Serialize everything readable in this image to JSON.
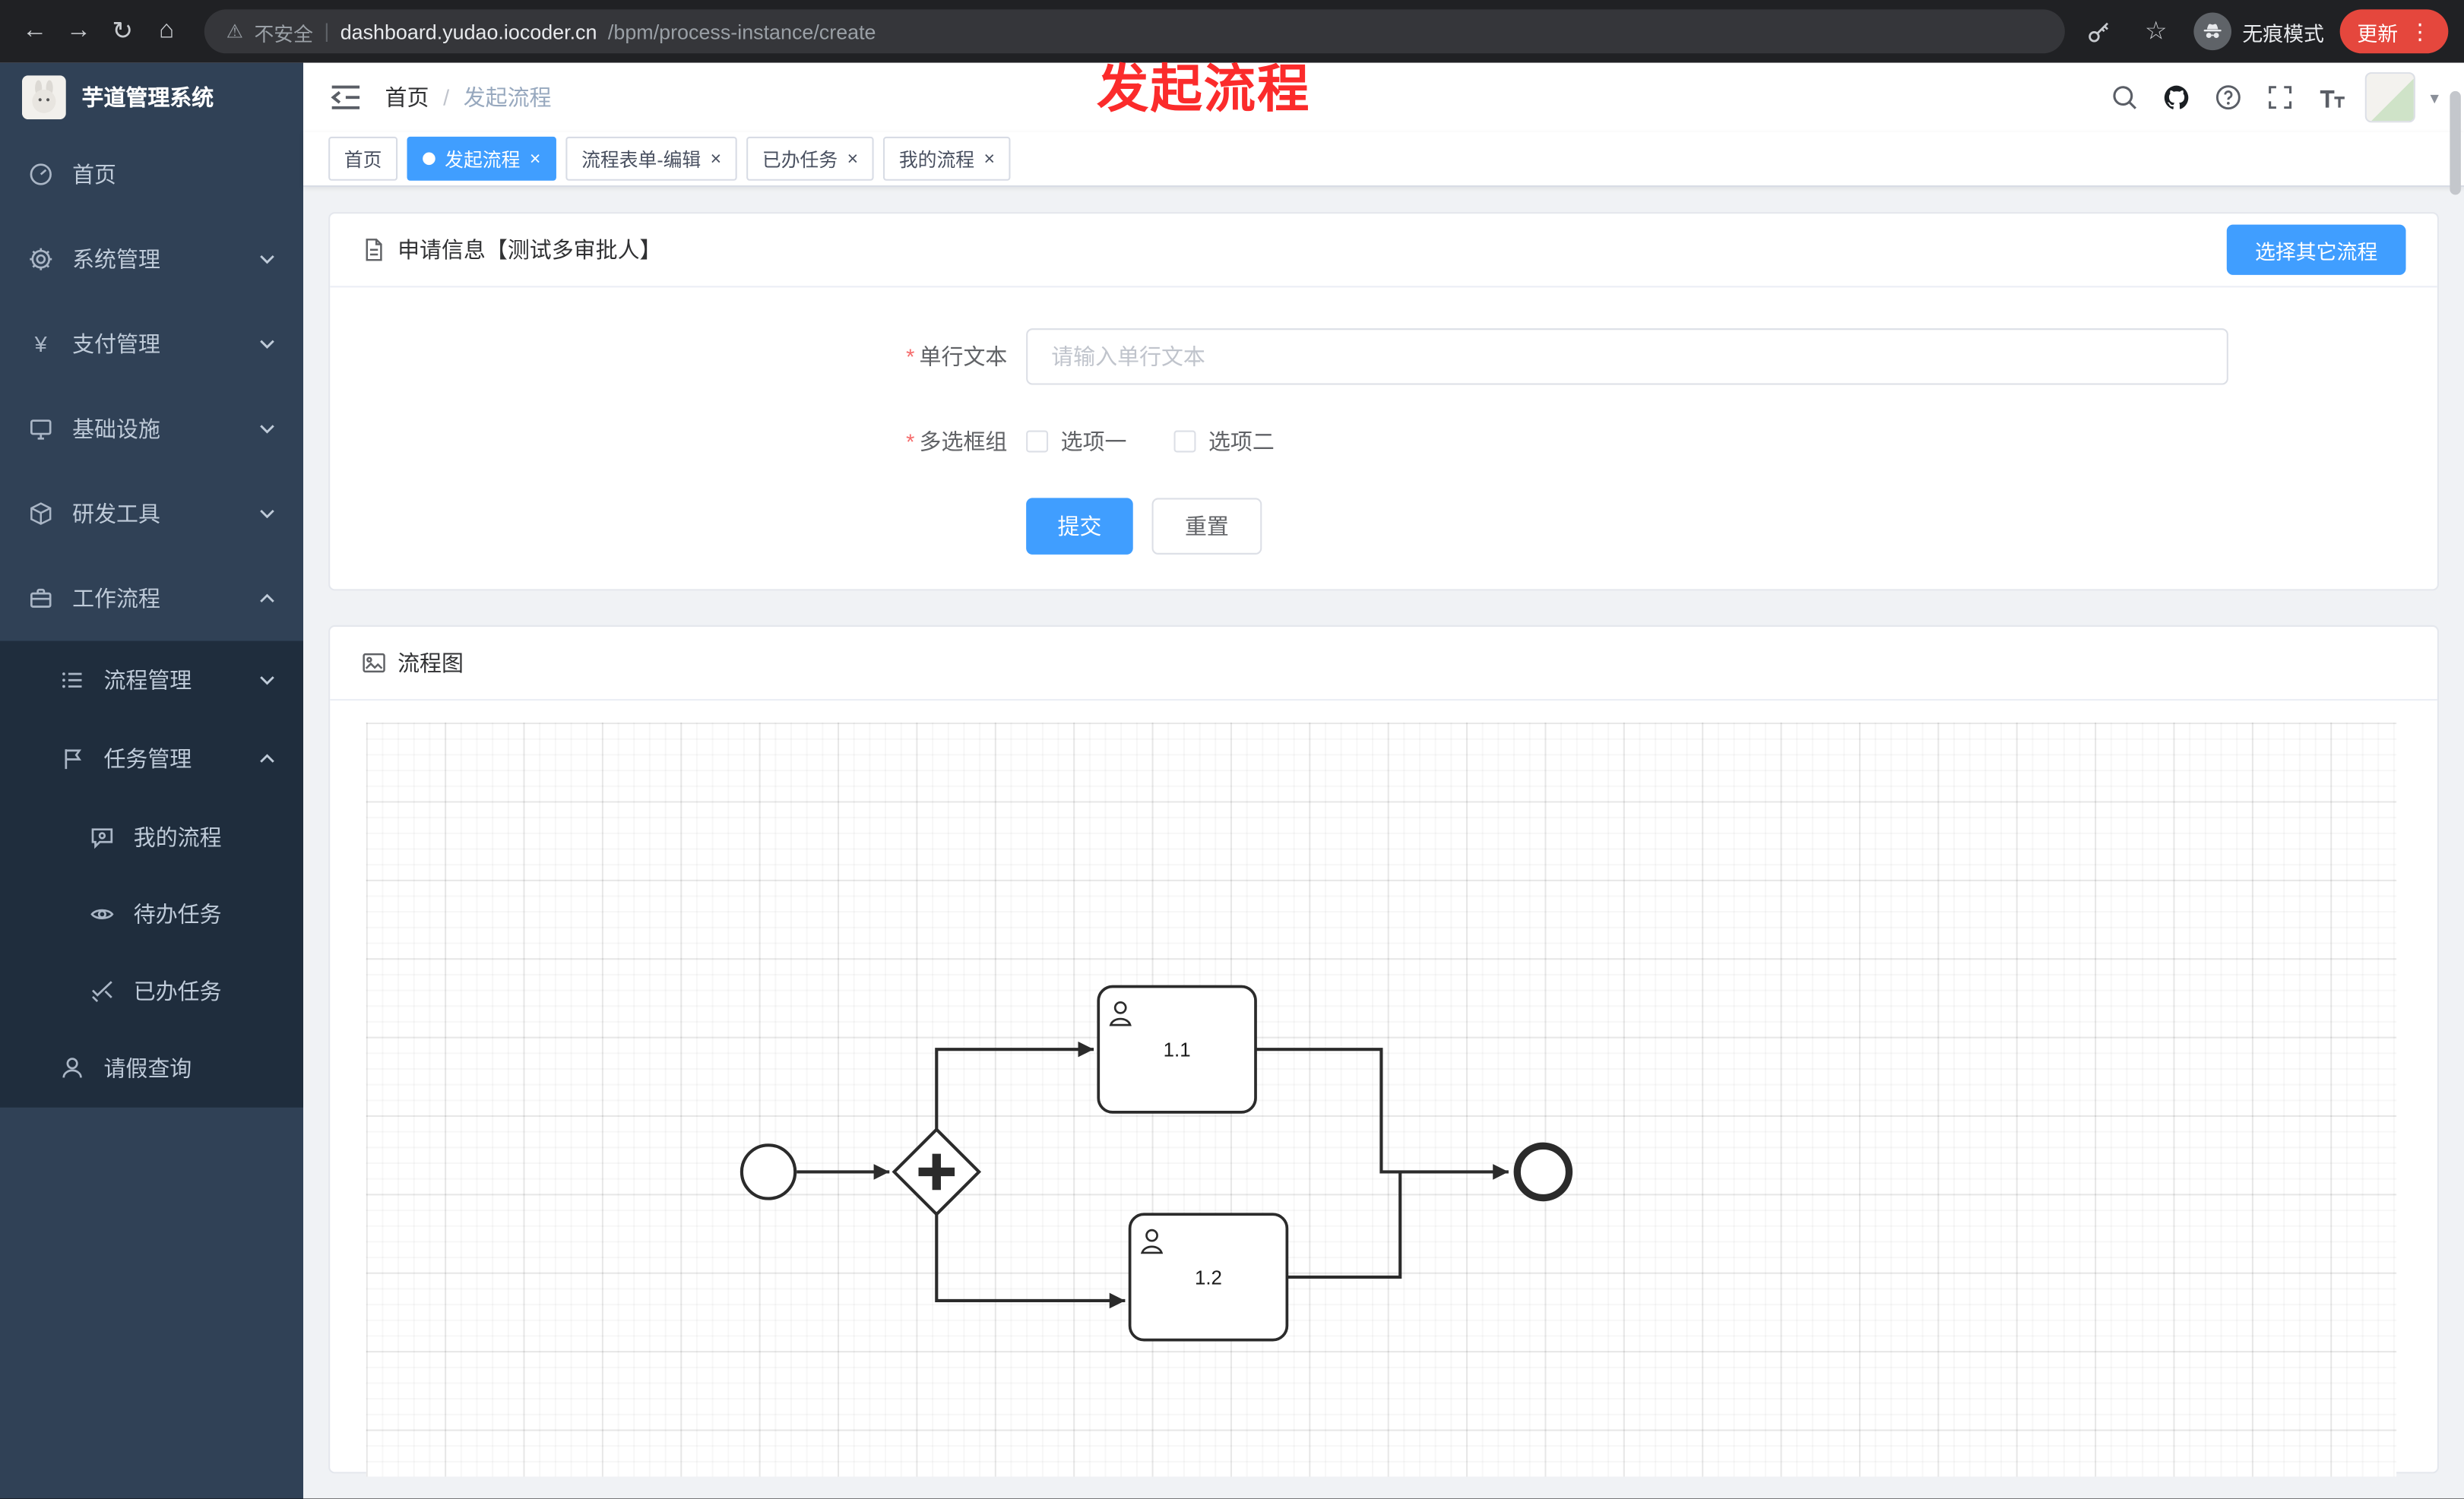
{
  "colors": {
    "accent": "#409eff",
    "danger": "#f56c6c",
    "sidebar_bg": "#304156",
    "sidebar_sub_bg": "#1f2d3d",
    "annotation_red": "#fb2b2b",
    "update_pill_red": "#e5473d"
  },
  "icons": {
    "back": "←",
    "forward": "→",
    "reload": "↻",
    "home": "⌂",
    "warning": "⚠",
    "divider": "|",
    "star": "☆",
    "dots": "⋮",
    "yen": "¥",
    "caret_down": "▾",
    "required": "*",
    "close": "×",
    "breadcrumb_separator": "/",
    "dot": "●"
  },
  "browser": {
    "security_label": "不安全",
    "url_domain": "dashboard.yudao.iocoder.cn",
    "url_path": "/bpm/process-instance/create",
    "incognito_label": "无痕模式",
    "update_button": "更新"
  },
  "sidebar": {
    "logo_title": "芋道管理系统",
    "items": [
      {
        "label": "首页"
      },
      {
        "label": "系统管理"
      },
      {
        "label": "支付管理"
      },
      {
        "label": "基础设施"
      },
      {
        "label": "研发工具"
      },
      {
        "label": "工作流程"
      }
    ],
    "process_group": {
      "label": "流程管理"
    },
    "task_group": {
      "label": "任务管理"
    },
    "task_items": [
      {
        "label": "我的流程"
      },
      {
        "label": "待办任务"
      },
      {
        "label": "已办任务"
      }
    ],
    "leave_item": {
      "label": "请假查询"
    }
  },
  "header": {
    "breadcrumb": [
      "首页",
      "发起流程"
    ],
    "annotation": "发起流程"
  },
  "tabs": [
    {
      "label": "首页"
    },
    {
      "label": "发起流程"
    },
    {
      "label": "流程表单-编辑"
    },
    {
      "label": "已办任务"
    },
    {
      "label": "我的流程"
    }
  ],
  "apply_card": {
    "title": "申请信息【测试多审批人】",
    "select_other_button": "选择其它流程",
    "single_line": {
      "label": "单行文本",
      "placeholder": "请输入单行文本"
    },
    "checkbox_group": {
      "label": "多选框组",
      "options": [
        "选项一",
        "选项二"
      ]
    },
    "submit_button": "提交",
    "reset_button": "重置"
  },
  "flow_card": {
    "title": "流程图",
    "tasks": [
      {
        "label": "1.1"
      },
      {
        "label": "1.2"
      }
    ]
  }
}
